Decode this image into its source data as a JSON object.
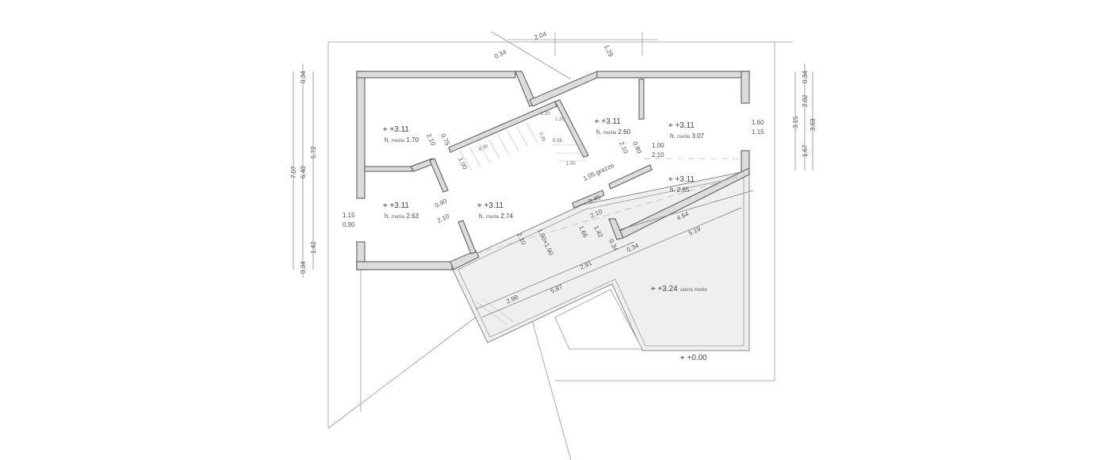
{
  "rooms": [
    {
      "level": "+3.11",
      "height_label": "h.",
      "height_sub": "media",
      "height": "1.70"
    },
    {
      "level": "+3.11",
      "height_label": "h.",
      "height_sub": "media",
      "height": "2.63"
    },
    {
      "level": "+3.11",
      "height_label": "h.",
      "height_sub": "media",
      "height": "2.74"
    },
    {
      "level": "+3.11",
      "height_label": "h.",
      "height_sub": "media",
      "height": "2.60"
    },
    {
      "level": "+3.11",
      "height_label": "h.",
      "height_sub": "media",
      "height": "3.07"
    },
    {
      "level": "+3.11",
      "height_label": "h.",
      "height_sub": "",
      "height": "2.65"
    }
  ],
  "terrace": {
    "level": "+3.24",
    "note": "valore medio"
  },
  "ground": {
    "level": "+0.00"
  },
  "left_dims": {
    "total": "7.07",
    "inner": "6.40",
    "top": "0.34",
    "bottom": "0.34",
    "upper": "5.72",
    "lower": "1.42"
  },
  "right_dims": {
    "top": "0.34",
    "a": "2.02",
    "b": "3.15",
    "c": "1.67",
    "total": "3.69"
  },
  "top_dims": {
    "a": "0.34",
    "b": "2.04",
    "c": "1.29"
  },
  "openings": {
    "w_left": [
      "1.15",
      "0.90"
    ],
    "w_right": [
      "1.60",
      "1.15"
    ],
    "d_center_right": [
      "1.00",
      "2.10"
    ],
    "d_left_room": [
      "0.90",
      "2.10"
    ],
    "d_top_left": [
      "0.75",
      "2.10"
    ],
    "d_small": [
      "0.80",
      "2.10"
    ],
    "d_bath": [
      "0.45",
      "2.10"
    ],
    "d_terrace": [
      "1.90×1.90",
      "2.10"
    ]
  },
  "misc_dims": {
    "stair_width": "1.00",
    "grezzo": "1.05",
    "grezzo_label": "grezzo",
    "d142": "1.42",
    "d166": "1.66",
    "d034a": "0.34",
    "d034b": "0.34",
    "d291": "2.91",
    "d464": "4.64",
    "d519": "5.19",
    "d296": "2.96",
    "d587": "5.87"
  },
  "stair": {
    "landing_a": "1.20",
    "landing_b": "1.20",
    "tread": "0.30",
    "riser_a": "0.29",
    "riser_b": "0.29",
    "end": "1.00"
  }
}
